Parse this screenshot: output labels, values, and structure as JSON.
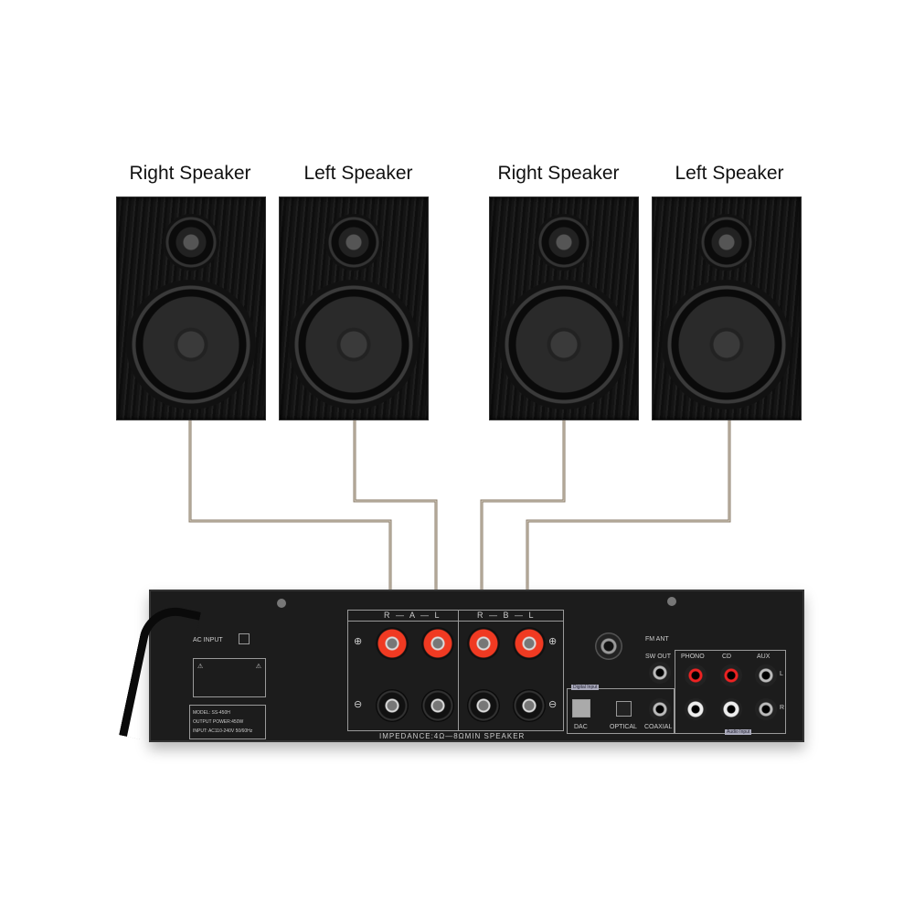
{
  "speakers": [
    {
      "label": "Right Speaker"
    },
    {
      "label": "Left Speaker"
    },
    {
      "label": "Right Speaker"
    },
    {
      "label": "Left Speaker"
    }
  ],
  "amplifier": {
    "ac_input": "AC INPUT",
    "group_a": "R — A — L",
    "group_b": "R — B — L",
    "impedance": "IMPEDANCE:4Ω—8ΩMIN SPEAKER",
    "fm_ant": "FM ANT",
    "sw_out": "SW OUT",
    "phono": "PHONO",
    "cd": "CD",
    "aux": "AUX",
    "dac": "DAC",
    "optical": "OPTICAL",
    "coaxial": "COAXIAL",
    "digital_input": "Digital Input",
    "audio_input": "Audio Input",
    "model": "MODEL: SS-450H",
    "output_power": "OUTPUT POWER:450W",
    "input": "INPUT: AC110-240V 50/60Hz",
    "l": "L",
    "r": "R",
    "plus": "⊕",
    "minus": "⊖"
  },
  "colors": {
    "wire": "#8a7b68",
    "terminal_red": "#f03a22"
  }
}
